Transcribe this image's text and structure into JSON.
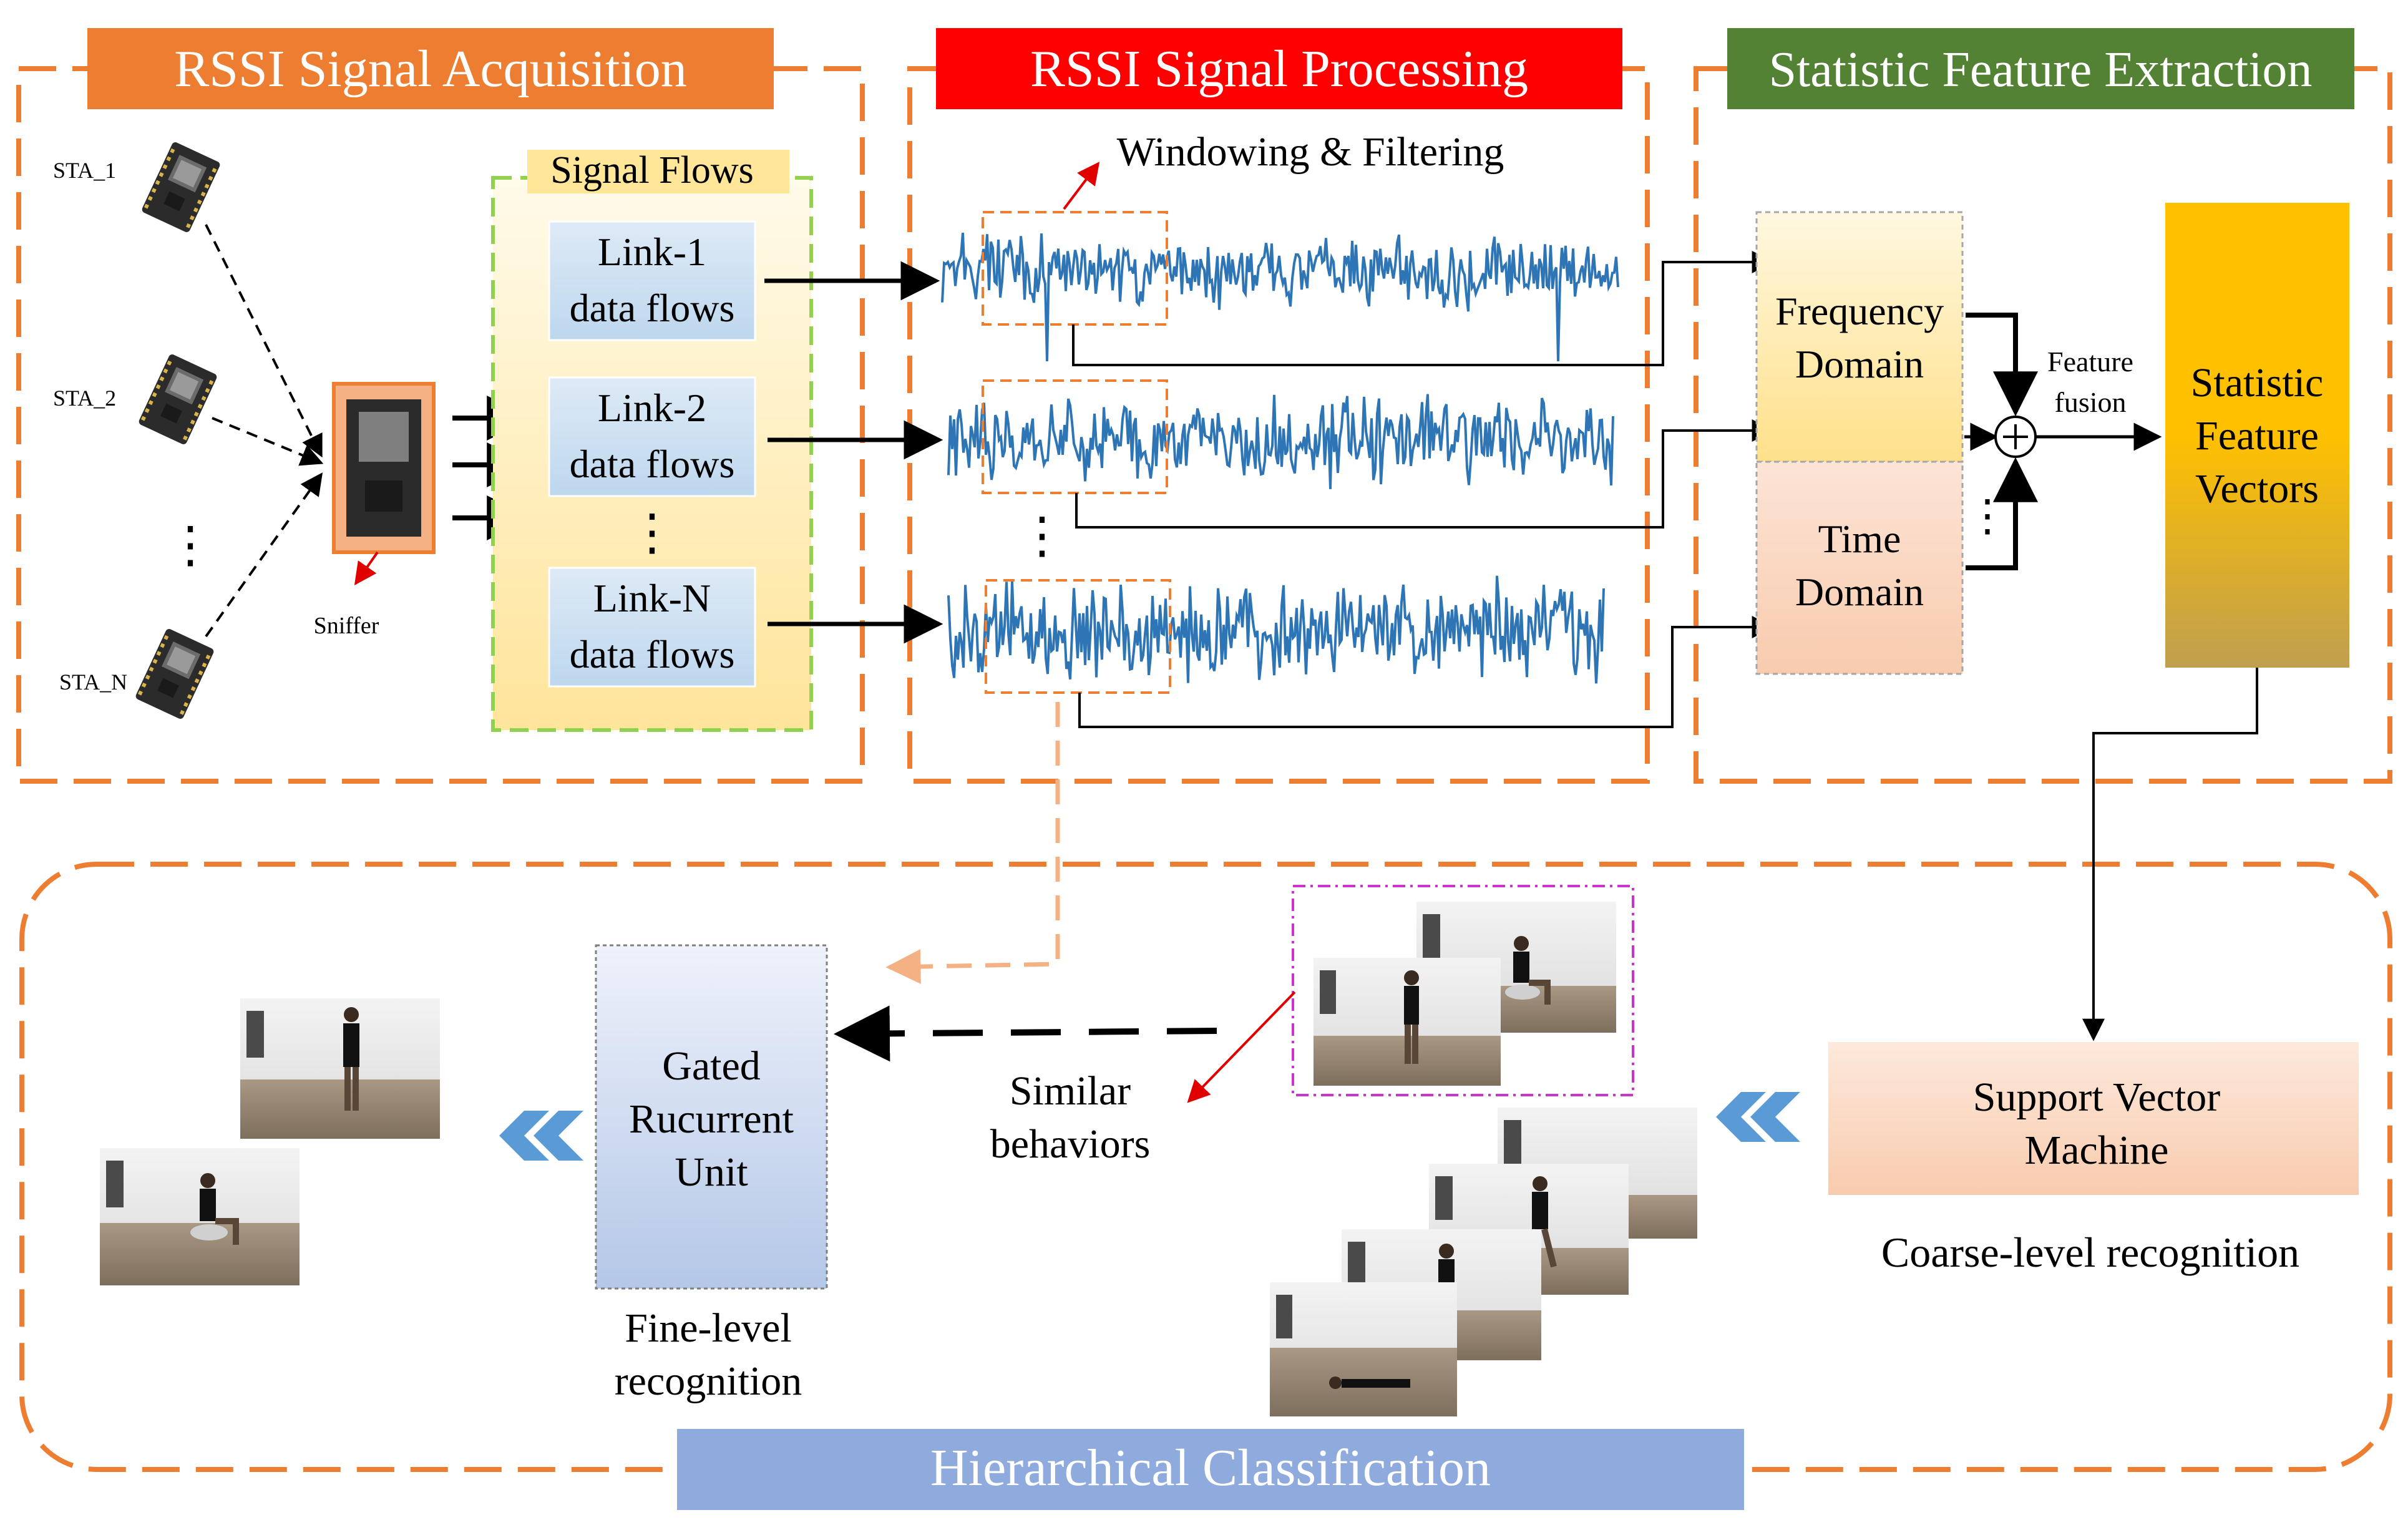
{
  "sections": {
    "acquisition": {
      "title": "RSSI Signal Acquisition",
      "title_bg": "#ED7D31"
    },
    "processing": {
      "title": "RSSI Signal Processing",
      "title_bg": "#FF0000"
    },
    "feature": {
      "title": "Statistic Feature Extraction",
      "title_bg": "#548235"
    },
    "classification": {
      "title": "Hierarchical Classification",
      "title_bg": "#8FAADC"
    }
  },
  "stations": [
    {
      "label": "STA_1"
    },
    {
      "label": "STA_2"
    },
    {
      "label": "STA_N"
    }
  ],
  "sniffer_label": "Sniffer",
  "signal_flows": {
    "title": "Signal Flows",
    "links": [
      {
        "line1": "Link-1",
        "line2": "data flows"
      },
      {
        "line1": "Link-2",
        "line2": "data flows"
      },
      {
        "line1": "Link-N",
        "line2": "data flows"
      }
    ]
  },
  "windowing_label": "Windowing & Filtering",
  "domains": {
    "frequency": {
      "line1": "Frequency",
      "line2": "Domain"
    },
    "time": {
      "line1": "Time",
      "line2": "Domain"
    }
  },
  "feature_fusion": {
    "line1": "Feature",
    "line2": "fusion"
  },
  "feature_vectors": {
    "line1": "Statistic",
    "line2": "Feature",
    "line3": "Vectors"
  },
  "svm": {
    "line1": "Support Vector",
    "line2": "Machine"
  },
  "coarse_label": "Coarse-level recognition",
  "gru": {
    "line1": "Gated",
    "line2": "Rucurrent",
    "line3": "Unit"
  },
  "fine_label": {
    "line1": "Fine-level",
    "line2": "recognition"
  },
  "similar_label": {
    "line1": "Similar",
    "line2": "behaviors"
  },
  "photo_scenes": {
    "fine_outputs": [
      "standing",
      "sitting"
    ],
    "similar": [
      "sitting",
      "standing"
    ],
    "coarse_outputs": [
      "empty room",
      "walking",
      "standing",
      "lying"
    ]
  },
  "colors": {
    "dash_orange": "#ED7D31",
    "signal_blue": "#2E75B6",
    "chevron_blue": "#5B9BD5",
    "magenta_frame": "#CC33CC",
    "arrow_red": "#E00000"
  }
}
